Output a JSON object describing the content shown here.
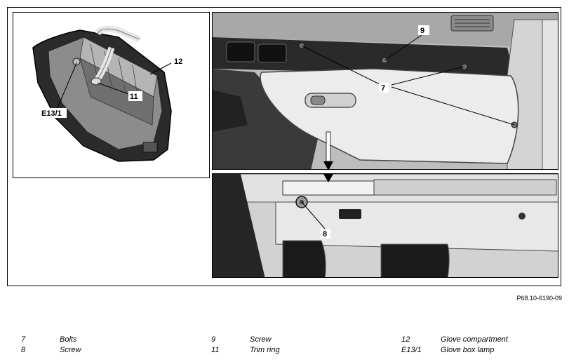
{
  "figure_code": "P68.10-6190-09",
  "callouts": {
    "c7": "7",
    "c8": "8",
    "c9": "9",
    "c11": "11",
    "c12": "12",
    "ce13": "E13/1"
  },
  "legend": [
    {
      "num": "7",
      "text": "Bolts"
    },
    {
      "num": "8",
      "text": "Screw"
    },
    {
      "num": "9",
      "text": "Screw"
    },
    {
      "num": "11",
      "text": "Trim ring"
    },
    {
      "num": "12",
      "text": "Glove compartment"
    },
    {
      "num": "E13/1",
      "text": "Glove box lamp"
    }
  ]
}
